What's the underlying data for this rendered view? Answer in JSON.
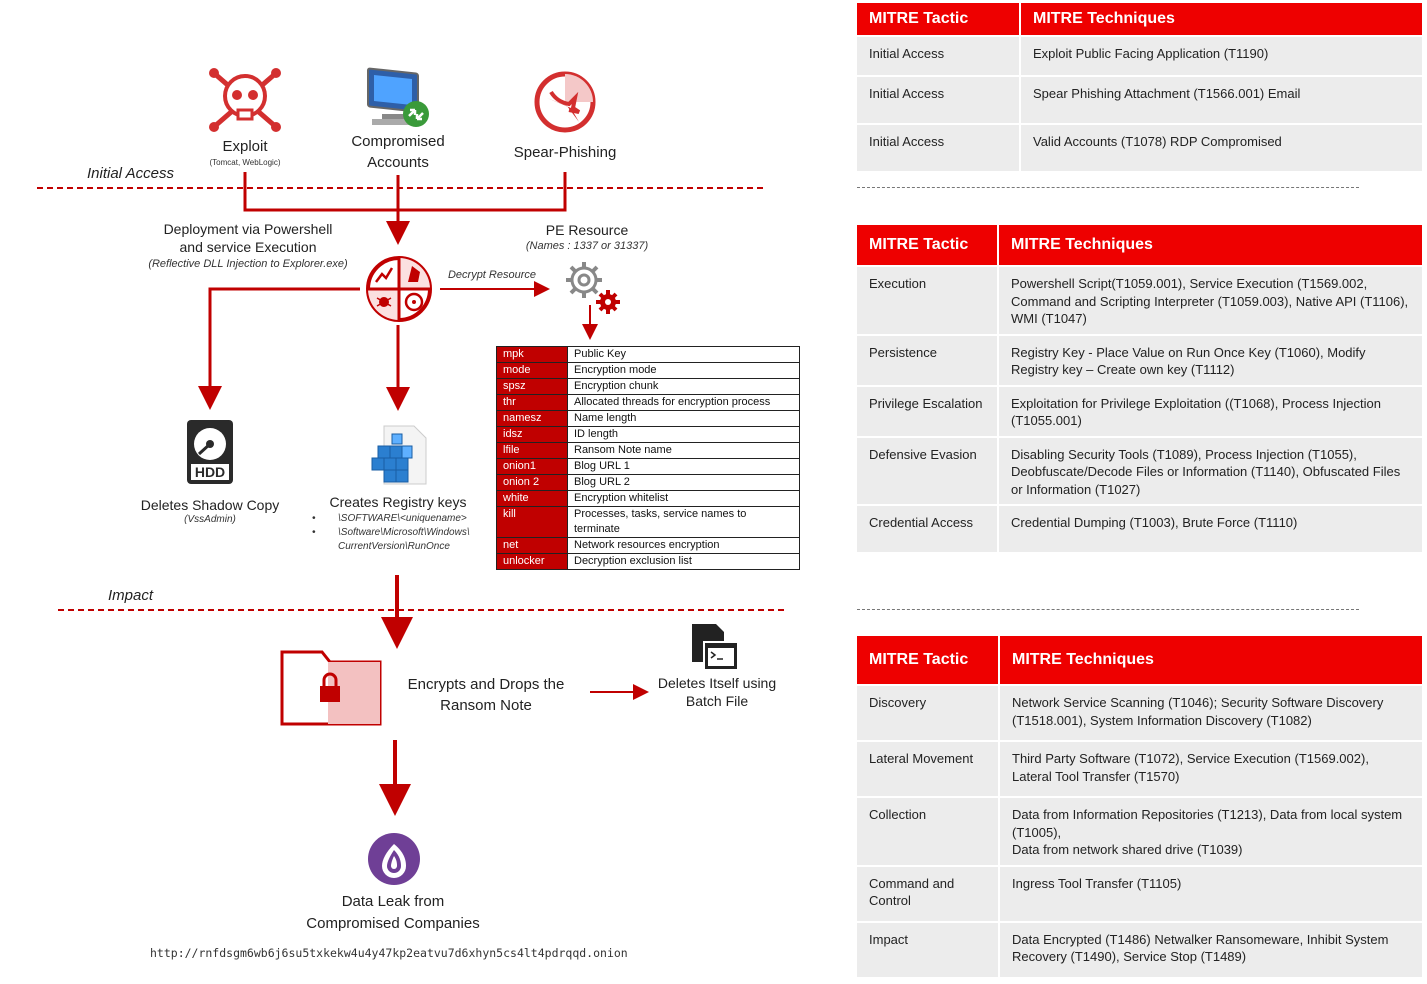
{
  "diagram": {
    "phases": {
      "initial_access": "Initial Access",
      "impact": "Impact"
    },
    "entry": {
      "exploit": {
        "label": "Exploit",
        "sub": "(Tomcat, WebLogic)"
      },
      "compromised": {
        "line1": "Compromised",
        "line2": "Accounts"
      },
      "phishing": {
        "label": "Spear-Phishing"
      }
    },
    "deployment": {
      "line1": "Deployment via Powershell",
      "line2": "and service Execution",
      "sub": "(Reflective DLL Injection to Explorer.exe)"
    },
    "pe_resource": {
      "label": "PE Resource",
      "sub": "(Names : 1337 or 31337)"
    },
    "decrypt_label": "Decrypt Resource",
    "shadow": {
      "label": "Deletes Shadow Copy",
      "sub": "(VssAdmin)",
      "hdd": "HDD"
    },
    "registry": {
      "label": "Creates Registry keys",
      "key1": "\\SOFTWARE\\<uniquename>",
      "key2a": "\\Software\\Microsoft\\Windows\\",
      "key2b": "CurrentVersion\\RunOnce"
    },
    "config": [
      {
        "k": "mpk",
        "v": "Public Key"
      },
      {
        "k": "mode",
        "v": "Encryption mode"
      },
      {
        "k": "spsz",
        "v": "Encryption chunk"
      },
      {
        "k": "thr",
        "v": "Allocated threads for encryption process"
      },
      {
        "k": "namesz",
        "v": "Name length"
      },
      {
        "k": "idsz",
        "v": "ID length"
      },
      {
        "k": "lfile",
        "v": "Ransom Note name"
      },
      {
        "k": "onion1",
        "v": "Blog URL 1"
      },
      {
        "k": "onion 2",
        "v": "Blog URL 2"
      },
      {
        "k": "white",
        "v": "Encryption whitelist"
      },
      {
        "k": "kill",
        "v": "Processes, tasks, service names to terminate"
      },
      {
        "k": "net",
        "v": "Network resources encryption"
      },
      {
        "k": "unlocker",
        "v": "Decryption exclusion list"
      }
    ],
    "encrypt": {
      "line1": "Encrypts and Drops the",
      "line2": "Ransom Note"
    },
    "delete_self": {
      "line1": "Deletes Itself using",
      "line2": "Batch File"
    },
    "leak": {
      "line1": "Data Leak from",
      "line2": "Compromised Companies"
    },
    "onion_url": "http://rnfdsgm6wb6j6su5txkekw4u4y47kp2eatvu7d6xhyn5cs4lt4pdrqqd.onion"
  },
  "mitre": {
    "header_tactic": "MITRE Tactic",
    "header_techniques": "MITRE Techniques",
    "table1": [
      {
        "tactic": "Initial Access",
        "tech": "Exploit Public Facing Application (T1190)"
      },
      {
        "tactic": "Initial Access",
        "tech": "Spear Phishing Attachment (T1566.001) Email"
      },
      {
        "tactic": "Initial Access",
        "tech": "Valid Accounts (T1078) RDP Compromised"
      }
    ],
    "table2": [
      {
        "tactic": "Execution",
        "tech": "Powershell Script(T1059.001), Service Execution (T1569.002, Command and Scripting Interpreter (T1059.003), Native API (T1106), WMI (T1047)"
      },
      {
        "tactic": "Persistence",
        "tech": "Registry Key - Place Value on Run Once Key (T1060), Modify Registry key – Create own key (T1112)"
      },
      {
        "tactic": "Privilege Escalation",
        "tech": "Exploitation for Privilege Exploitation ((T1068), Process Injection (T1055.001)"
      },
      {
        "tactic": "Defensive Evasion",
        "tech": "Disabling Security Tools (T1089), Process Injection (T1055), Deobfuscate/Decode Files or Information (T1140), Obfuscated Files or Information (T1027)"
      },
      {
        "tactic": "Credential Access",
        "tech": "Credential Dumping (T1003), Brute Force (T1110)"
      }
    ],
    "table3": [
      {
        "tactic": "Discovery",
        "tech": "Network Service Scanning (T1046); Security Software Discovery (T1518.001), System Information Discovery (T1082)"
      },
      {
        "tactic": "Lateral Movement",
        "tech": "Third Party Software (T1072), Service Execution (T1569.002), Lateral Tool Transfer (T1570)"
      },
      {
        "tactic": "Collection",
        "tech": "Data from Information Repositories (T1213), Data from local system (T1005),\nData from network shared drive (T1039)"
      },
      {
        "tactic": "Command and Control",
        "tech": "Ingress Tool Transfer (T1105)"
      },
      {
        "tactic": "Impact",
        "tech": "Data Encrypted (T1486) Netwalker Ransomeware, Inhibit System Recovery (T1490), Service Stop (T1489)"
      }
    ]
  }
}
